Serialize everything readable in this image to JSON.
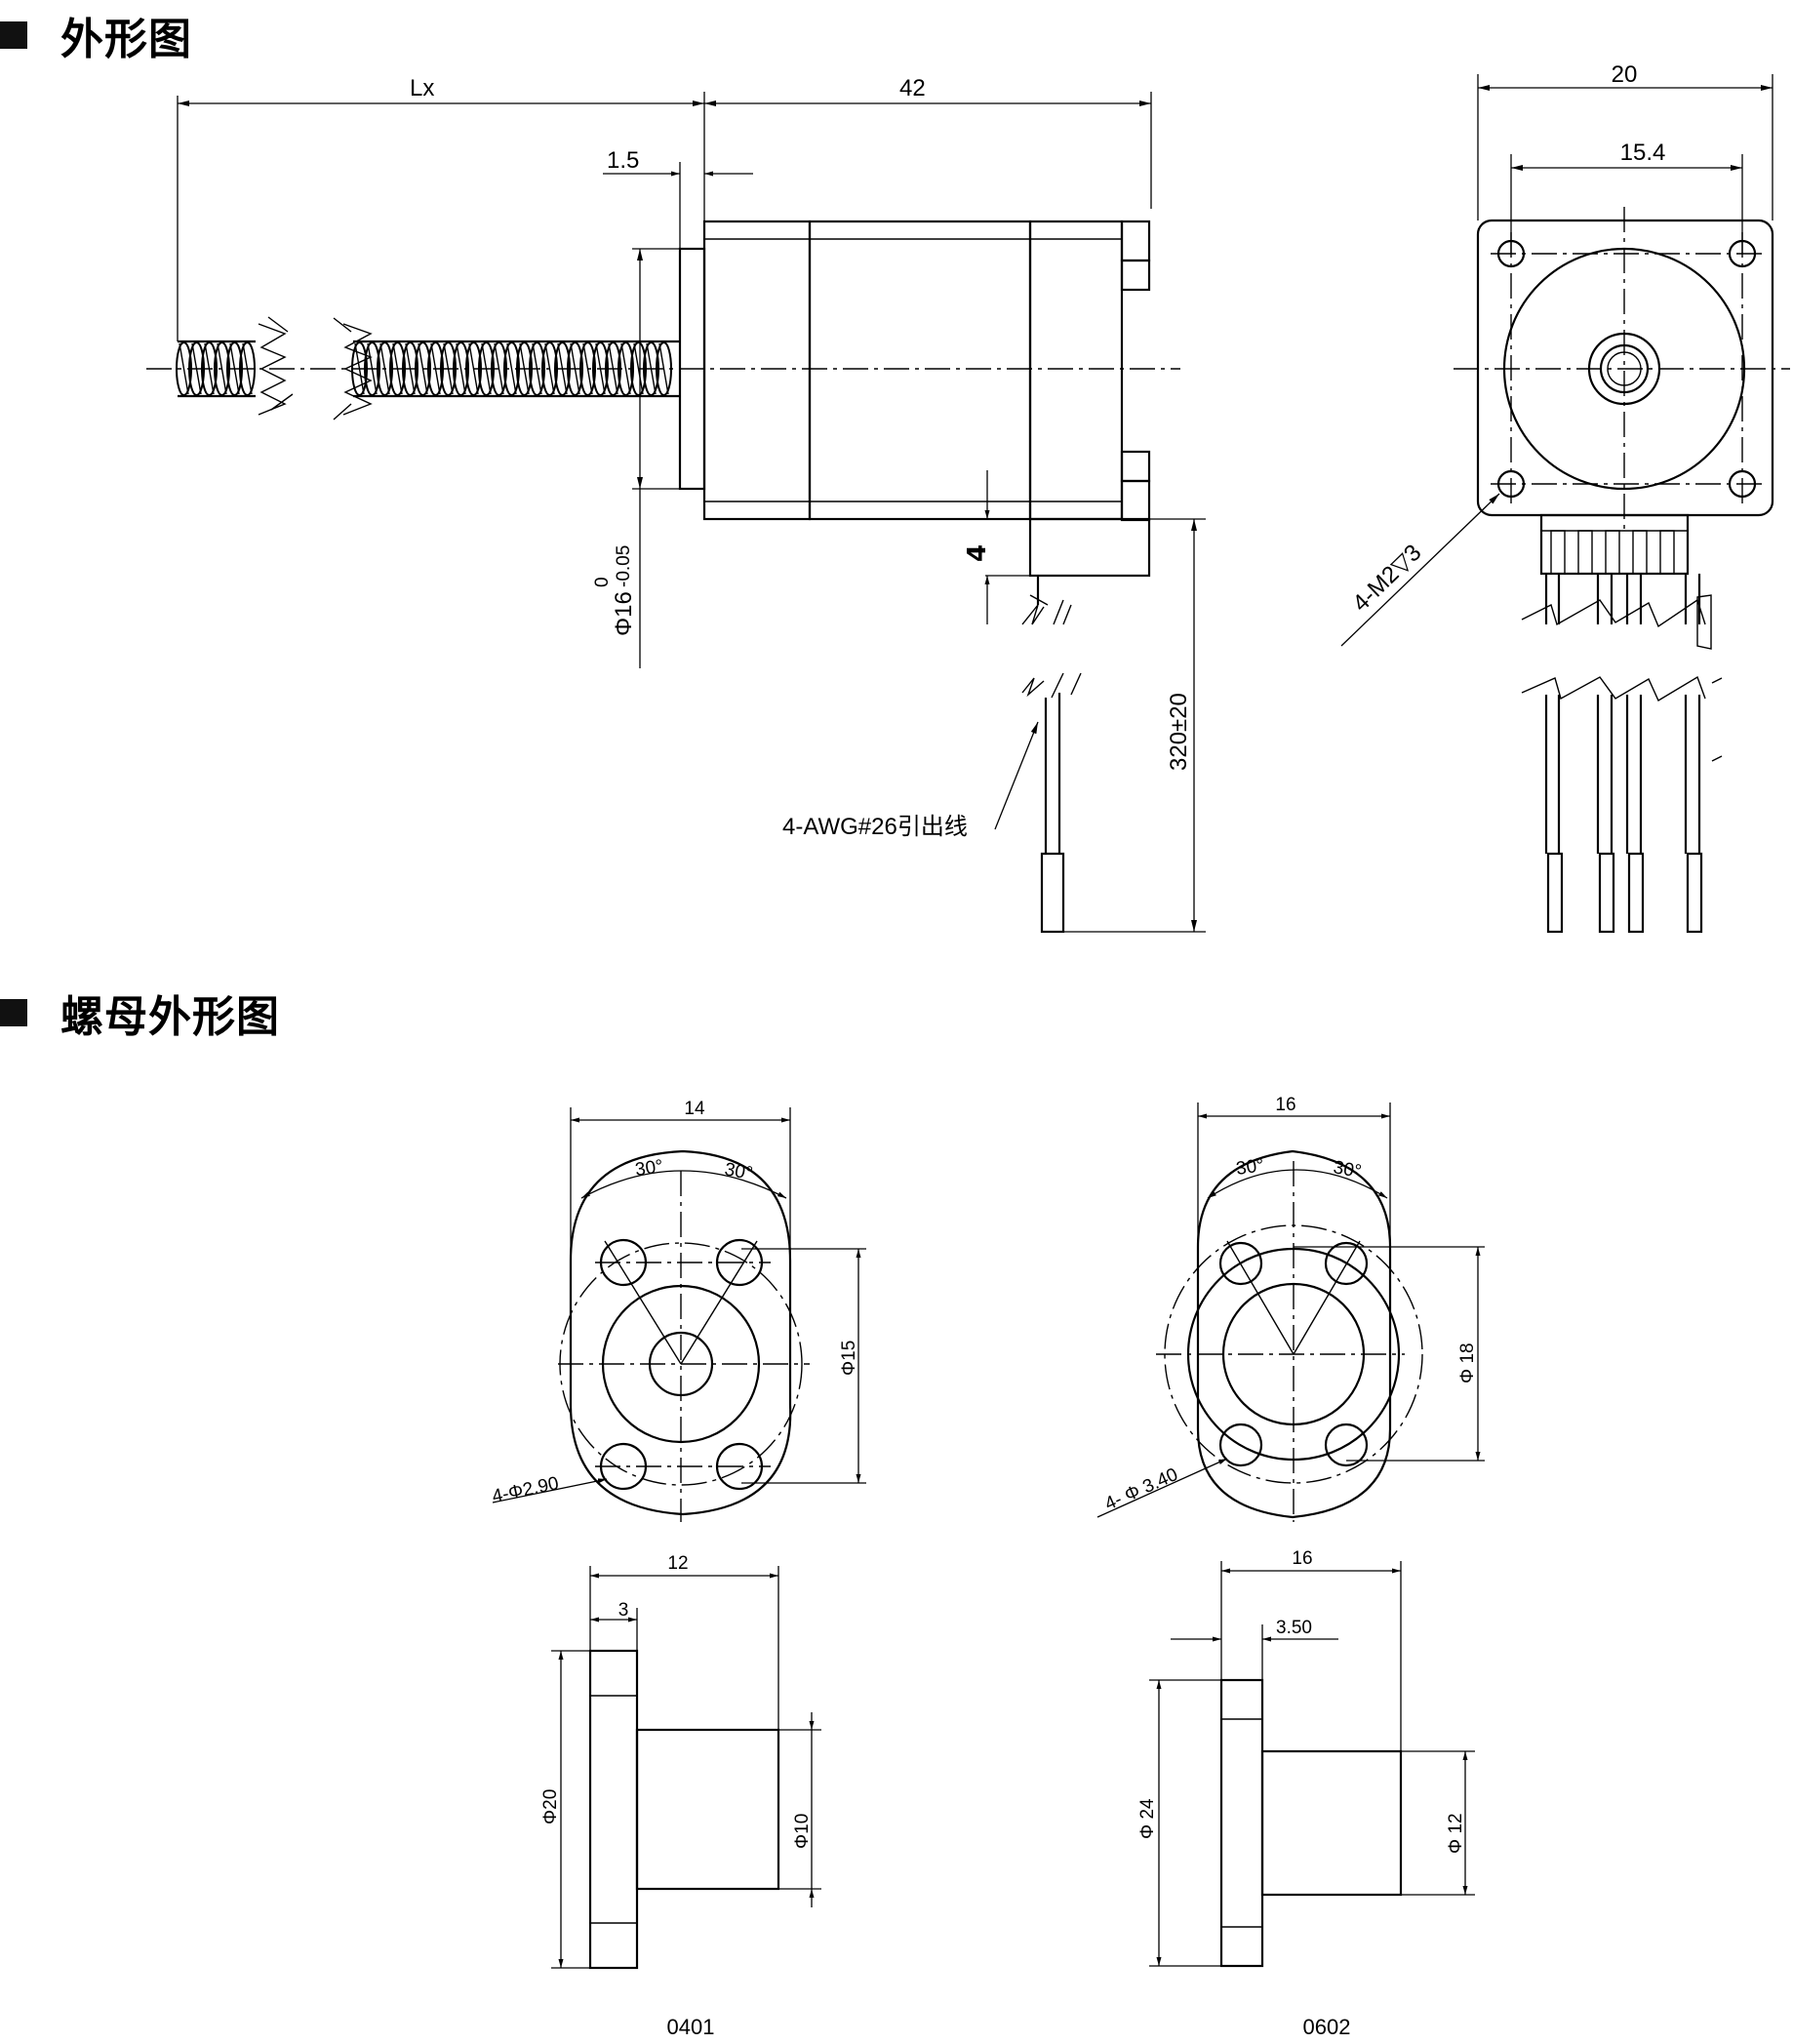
{
  "sections": {
    "outline_title": "外形图",
    "nut_title": "螺母外形图"
  },
  "motor": {
    "dim_lx": "Lx",
    "dim_body_length": "42",
    "dim_flange_gap": "1.5",
    "dim_boss_dia_main": "Φ16",
    "dim_boss_dia_tol_upper": "0",
    "dim_boss_dia_tol_lower": "-0.05",
    "dim_step": "4",
    "dim_lead_length": "320±20",
    "lead_wire_note": "4-AWG#26引出线",
    "dim_flange_width": "20",
    "dim_hole_pitch": "15.4",
    "mount_hole_note": "4-M2▽3"
  },
  "nut_0401": {
    "label": "0401",
    "dim_width": "14",
    "angle_left": "30°",
    "angle_right": "30°",
    "dim_pcd": "Φ15",
    "hole_note": "4-Φ2.90",
    "dim_length": "12",
    "dim_flange_thk": "3",
    "dim_flange_dia": "Φ20",
    "dim_body_dia": "Φ10"
  },
  "nut_0602": {
    "label": "0602",
    "dim_width": "16",
    "angle_left": "30°",
    "angle_right": "30°",
    "dim_pcd": "Φ 18",
    "hole_note": "4- Φ 3.40",
    "dim_length": "16",
    "dim_flange_thk": "3.50",
    "dim_flange_dia": "Φ 24",
    "dim_body_dia": "Φ 12"
  }
}
